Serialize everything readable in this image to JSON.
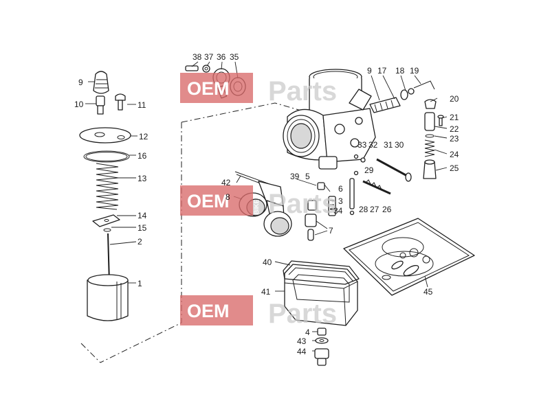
{
  "watermark": {
    "brand": "OEM",
    "tag": "BIKE",
    "word": "Parts",
    "accent": "#d96a6a"
  },
  "callouts": [
    {
      "id": "38",
      "text": "38"
    },
    {
      "id": "37",
      "text": "37"
    },
    {
      "id": "36",
      "text": "36"
    },
    {
      "id": "35",
      "text": "35"
    },
    {
      "id": "9a",
      "text": "9"
    },
    {
      "id": "10",
      "text": "10"
    },
    {
      "id": "11",
      "text": "11"
    },
    {
      "id": "12",
      "text": "12"
    },
    {
      "id": "16",
      "text": "16"
    },
    {
      "id": "13",
      "text": "13"
    },
    {
      "id": "14",
      "text": "14"
    },
    {
      "id": "15",
      "text": "15"
    },
    {
      "id": "2",
      "text": "2"
    },
    {
      "id": "1",
      "text": "1"
    },
    {
      "id": "9b",
      "text": "9"
    },
    {
      "id": "17",
      "text": "17"
    },
    {
      "id": "18",
      "text": "18"
    },
    {
      "id": "19",
      "text": "19"
    },
    {
      "id": "20",
      "text": "20"
    },
    {
      "id": "21",
      "text": "21"
    },
    {
      "id": "22",
      "text": "22"
    },
    {
      "id": "23",
      "text": "23"
    },
    {
      "id": "24",
      "text": "24"
    },
    {
      "id": "25",
      "text": "25"
    },
    {
      "id": "33",
      "text": "33"
    },
    {
      "id": "32",
      "text": "32"
    },
    {
      "id": "31",
      "text": "31"
    },
    {
      "id": "30",
      "text": "30"
    },
    {
      "id": "29",
      "text": "29"
    },
    {
      "id": "28",
      "text": "28"
    },
    {
      "id": "27",
      "text": "27"
    },
    {
      "id": "26",
      "text": "26"
    },
    {
      "id": "42",
      "text": "42"
    },
    {
      "id": "8",
      "text": "8"
    },
    {
      "id": "39",
      "text": "39"
    },
    {
      "id": "5",
      "text": "5"
    },
    {
      "id": "6",
      "text": "6"
    },
    {
      "id": "3",
      "text": "3"
    },
    {
      "id": "34",
      "text": "34"
    },
    {
      "id": "7",
      "text": "7"
    },
    {
      "id": "40",
      "text": "40"
    },
    {
      "id": "41",
      "text": "41"
    },
    {
      "id": "45",
      "text": "45"
    },
    {
      "id": "4",
      "text": "4"
    },
    {
      "id": "43",
      "text": "43"
    },
    {
      "id": "44",
      "text": "44"
    }
  ]
}
